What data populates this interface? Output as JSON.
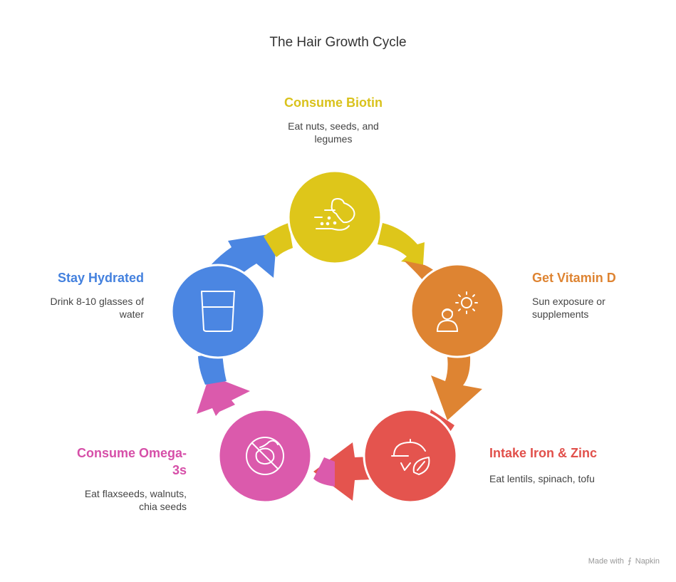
{
  "title": "The Hair Growth Cycle",
  "colors": {
    "biotin": "#DEC61A",
    "vitamin_d": "#DE8432",
    "iron_zinc": "#E4544E",
    "omega": "#DB5AAC",
    "hydrated": "#4B86E2",
    "biotin_text": "#D9C21C",
    "vitamin_d_text": "#DE8432",
    "iron_zinc_text": "#E1504B",
    "omega_text": "#D64FA8",
    "hydrated_text": "#4481DE"
  },
  "steps": {
    "biotin": {
      "title": "Consume Biotin",
      "desc1": "Eat nuts, seeds, and",
      "desc2": "legumes",
      "icon": "peanut-icon"
    },
    "vitamin_d": {
      "title": "Get Vitamin D",
      "desc1": "Sun exposure or",
      "desc2": "supplements",
      "icon": "person-sun-icon"
    },
    "iron_zinc": {
      "title": "Intake Iron & Zinc",
      "desc1": "Eat lentils, spinach, tofu",
      "icon": "leaf-plate-icon"
    },
    "omega": {
      "title1": "Consume Omega-",
      "title2": "3s",
      "desc1": "Eat flaxseeds, walnuts,",
      "desc2": "chia seeds",
      "icon": "no-pill-icon"
    },
    "hydrated": {
      "title": "Stay Hydrated",
      "desc1": "Drink 8-10 glasses of",
      "desc2": "water",
      "icon": "glass-icon"
    }
  },
  "watermark": {
    "prefix": "Made with",
    "brand": "Napkin"
  }
}
